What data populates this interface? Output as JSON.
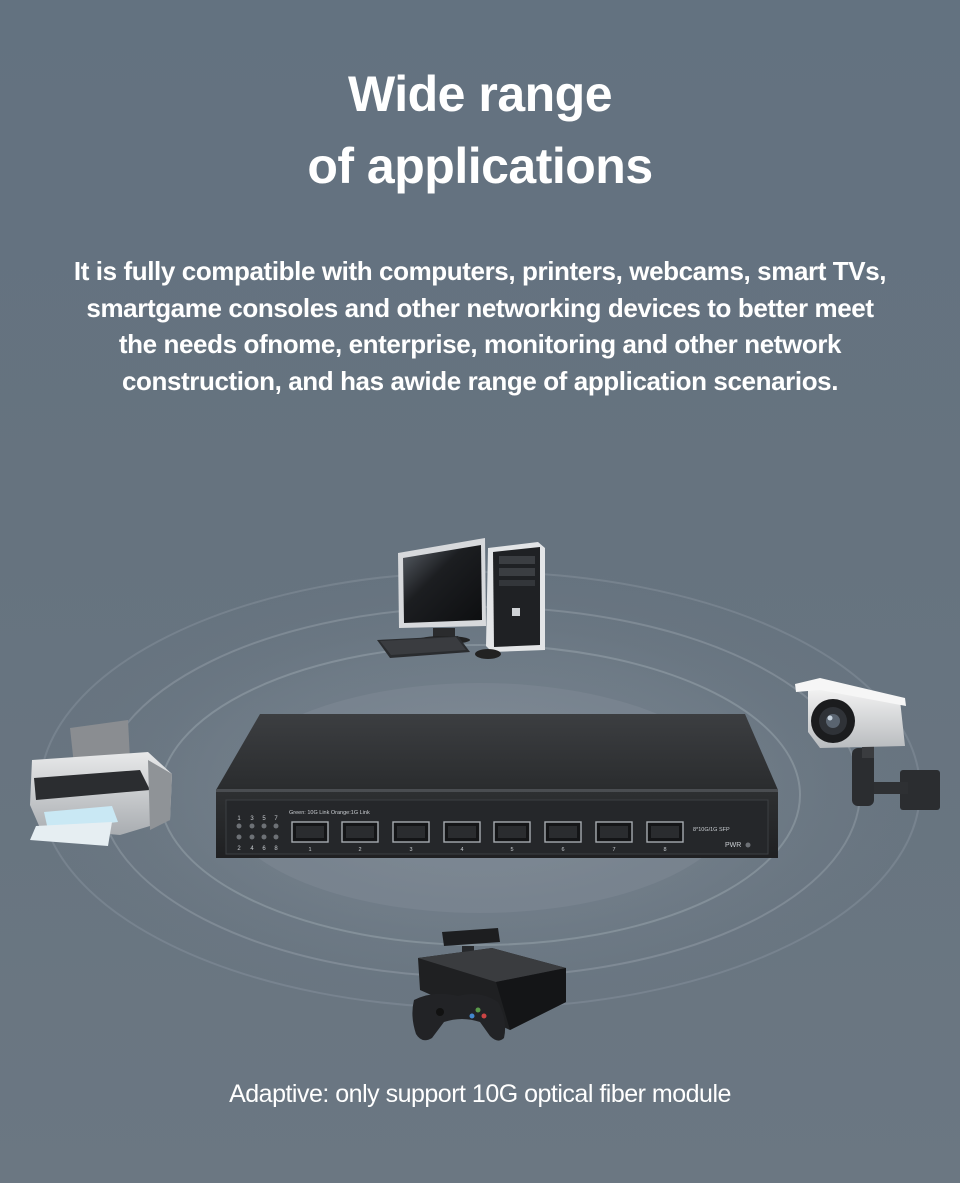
{
  "heading": {
    "line1": "Wide range",
    "line2": "of applications"
  },
  "description": {
    "line1": "It is fully compatible with computers, printers, webcams, smart TVs,",
    "line2": "smartgame consoles and other networking devices to better meet",
    "line3": "the needs ofnome, enterprise, monitoring and other network",
    "line4": "construction, and has awide range of application scenarios."
  },
  "device": {
    "legend": "Green: 10G Link  Orange:1G Link",
    "led_top_numbers": [
      "1",
      "3",
      "5",
      "7"
    ],
    "led_bottom_numbers": [
      "2",
      "4",
      "6",
      "8"
    ],
    "port_numbers": [
      "1",
      "2",
      "3",
      "4",
      "5",
      "6",
      "7",
      "8"
    ],
    "model_label": "8*10G/1G SFP",
    "power_label": "PWR"
  },
  "footnote": "Adaptive: only support 10G optical fiber module"
}
